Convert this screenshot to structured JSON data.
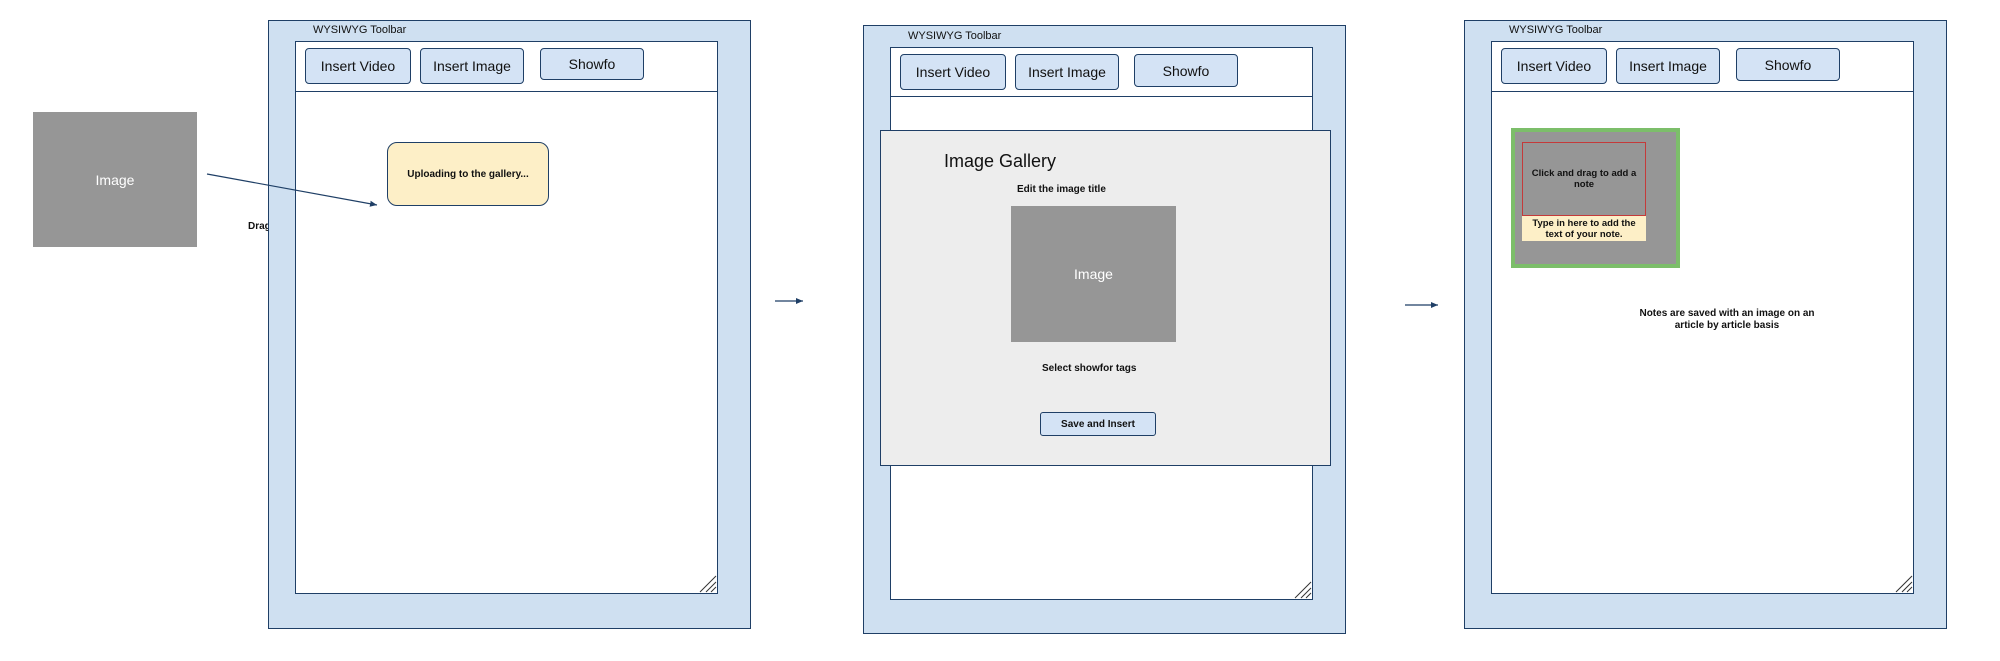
{
  "standalone_image": {
    "label": "Image"
  },
  "drag_drop_label": "Drag and Drop",
  "panel1": {
    "toolbar_title": "WYSIWYG Toolbar",
    "buttons": [
      "Insert Video",
      "Insert Image",
      "Showfo"
    ],
    "upload_message": "Uploading to the gallery..."
  },
  "panel2": {
    "toolbar_title": "WYSIWYG Toolbar",
    "buttons": [
      "Insert Video",
      "Insert Image",
      "Showfo"
    ],
    "gallery": {
      "title": "Image Gallery",
      "edit_title_label": "Edit the image title",
      "image_label": "Image",
      "tags_label": "Select showfor tags",
      "save_button": "Save and Insert"
    }
  },
  "panel3": {
    "toolbar_title": "WYSIWYG Toolbar",
    "buttons": [
      "Insert Video",
      "Insert Image",
      "Showfo"
    ],
    "note_area_text": "Click and drag to add a note",
    "note_input_text": "Type in here to add the text of your note.",
    "caption": "Notes are saved with an image on an article by article basis"
  },
  "colors": {
    "panel_fill": "#cfe0f1",
    "border": "#1f3f66",
    "button_fill": "#d4e3f5",
    "image_gray": "#969696",
    "note_yellow": "#fdefc7",
    "note_green": "#7cbe6a",
    "note_red": "#c43a3a",
    "gallery_fill": "#ededed"
  }
}
